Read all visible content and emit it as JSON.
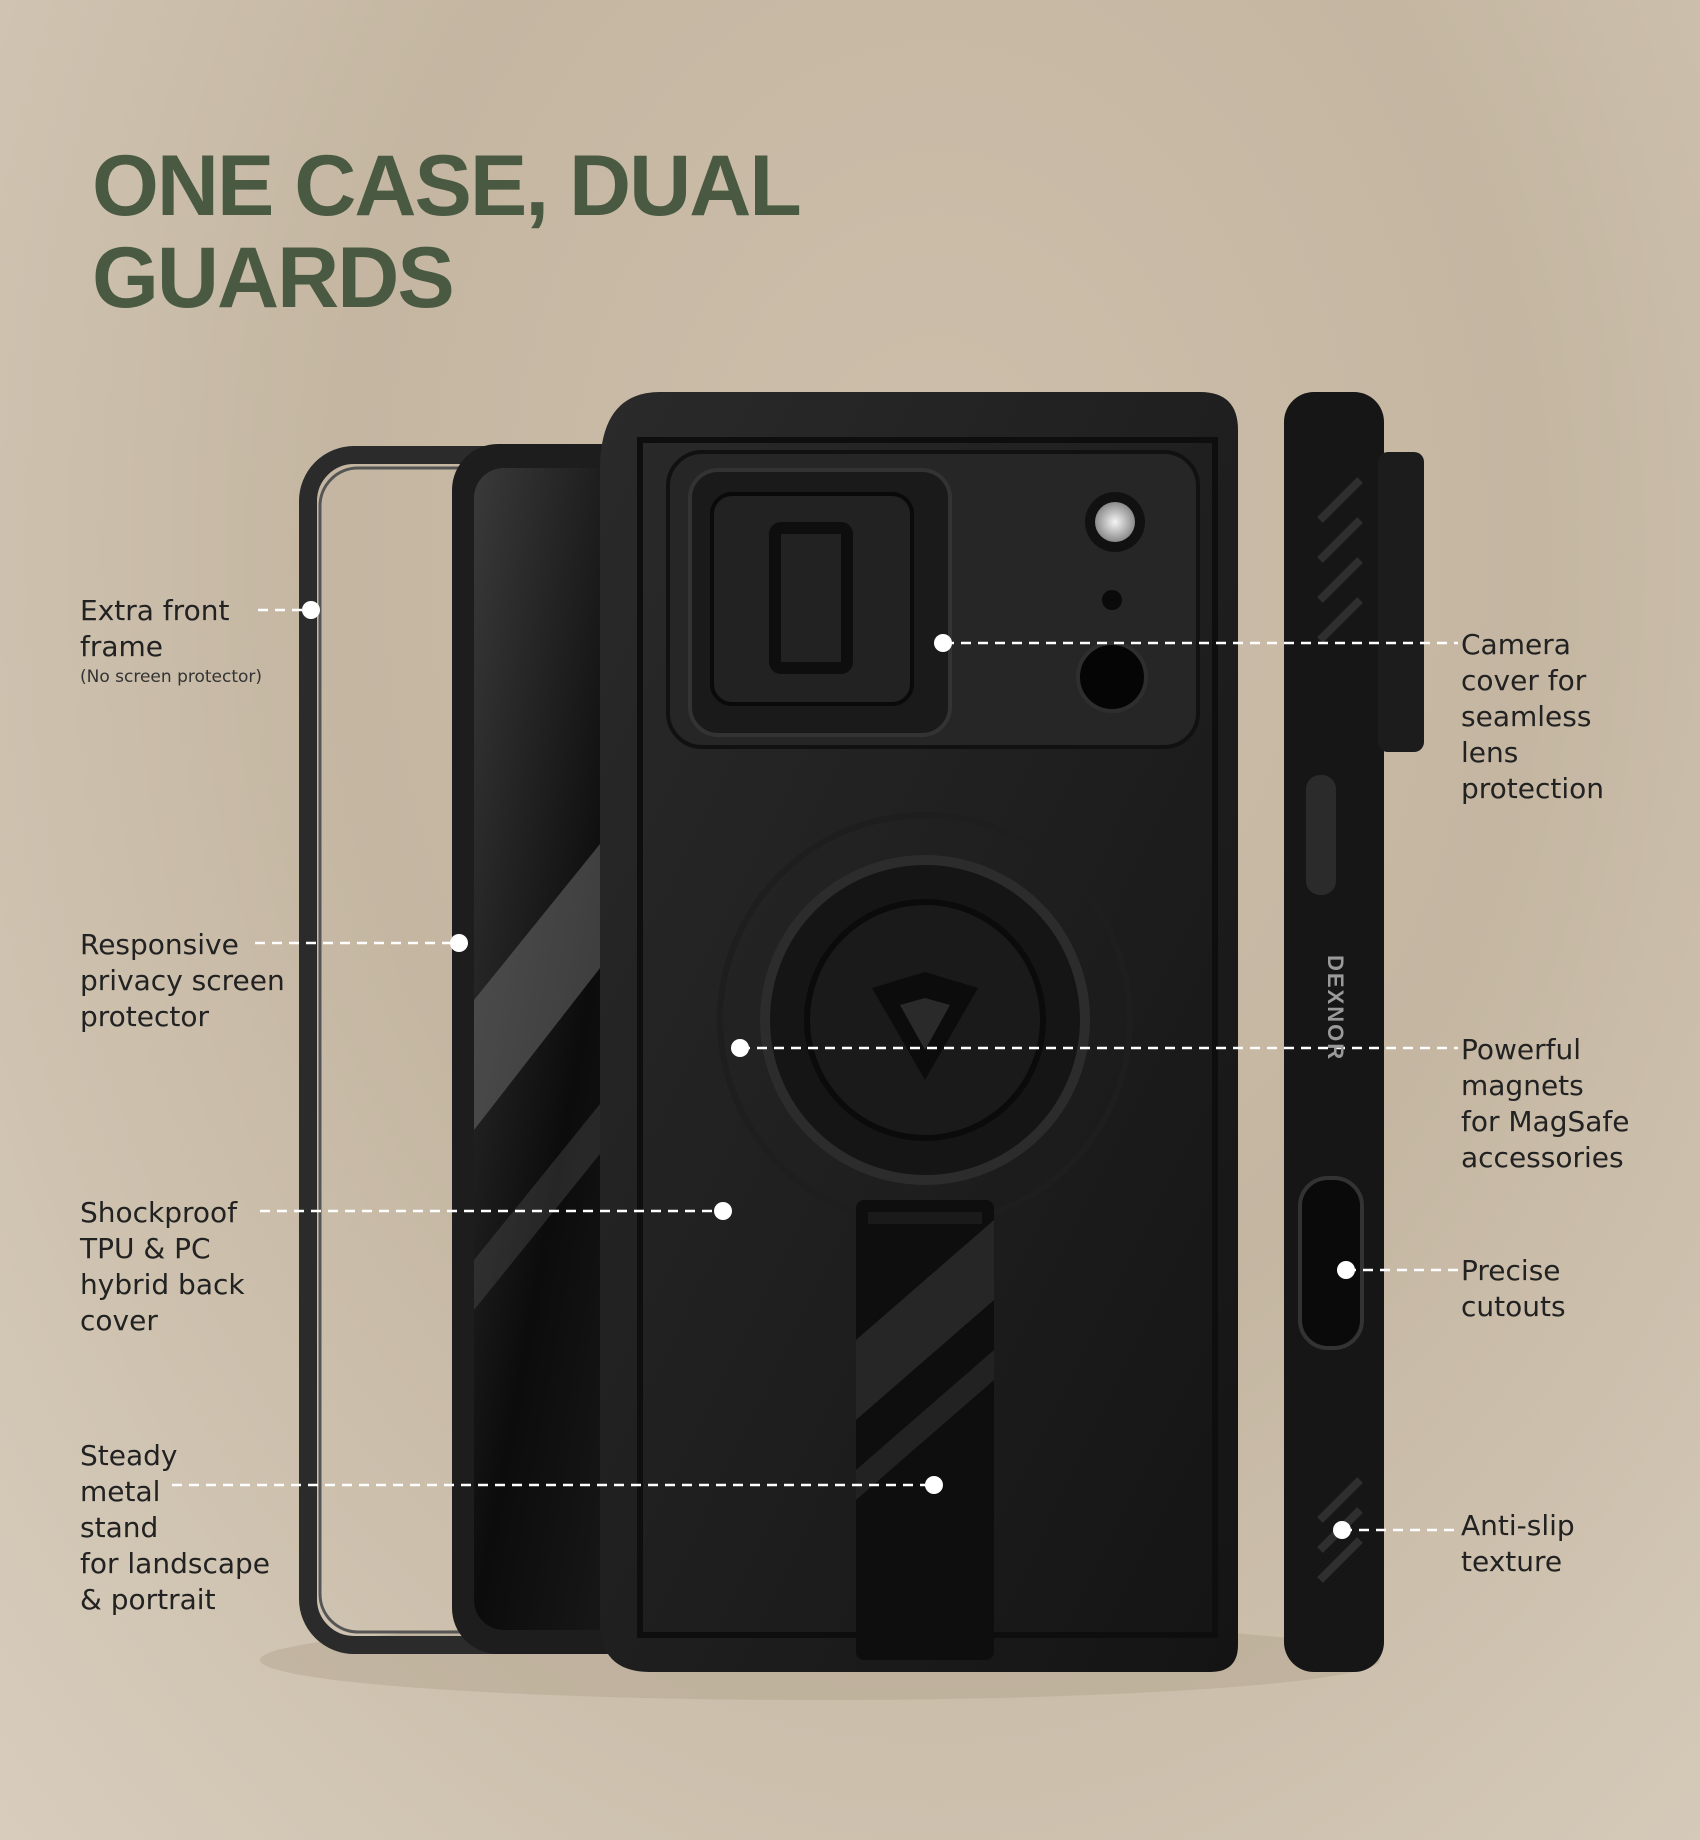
{
  "headline": {
    "line1": "ONE CASE, DUAL",
    "line2": "GUARDS"
  },
  "brand": "DEXNOR",
  "callouts": {
    "extra_front_frame": {
      "lines": [
        "Extra front",
        "frame"
      ],
      "note": "(No screen protector)"
    },
    "privacy_screen": {
      "lines": [
        "Responsive",
        "privacy screen",
        "protector"
      ]
    },
    "back_cover": {
      "lines": [
        "Shockproof",
        "TPU & PC",
        "hybrid back",
        "cover"
      ]
    },
    "metal_stand": {
      "lines": [
        "Steady",
        "metal",
        "stand",
        "for landscape",
        "& portrait"
      ]
    },
    "camera_cover": {
      "lines": [
        "Camera",
        "cover for",
        "seamless",
        "lens",
        "protection"
      ]
    },
    "magnets": {
      "lines": [
        "Powerful",
        "magnets",
        "for MagSafe",
        "accessories"
      ]
    },
    "cutouts": {
      "lines": [
        "Precise",
        "cutouts"
      ]
    },
    "anti_slip": {
      "lines": [
        "Anti-slip",
        "texture"
      ]
    }
  },
  "colors": {
    "headline": "#4a5a42",
    "case": "#1b1b1b",
    "background": "#c8baa5"
  }
}
